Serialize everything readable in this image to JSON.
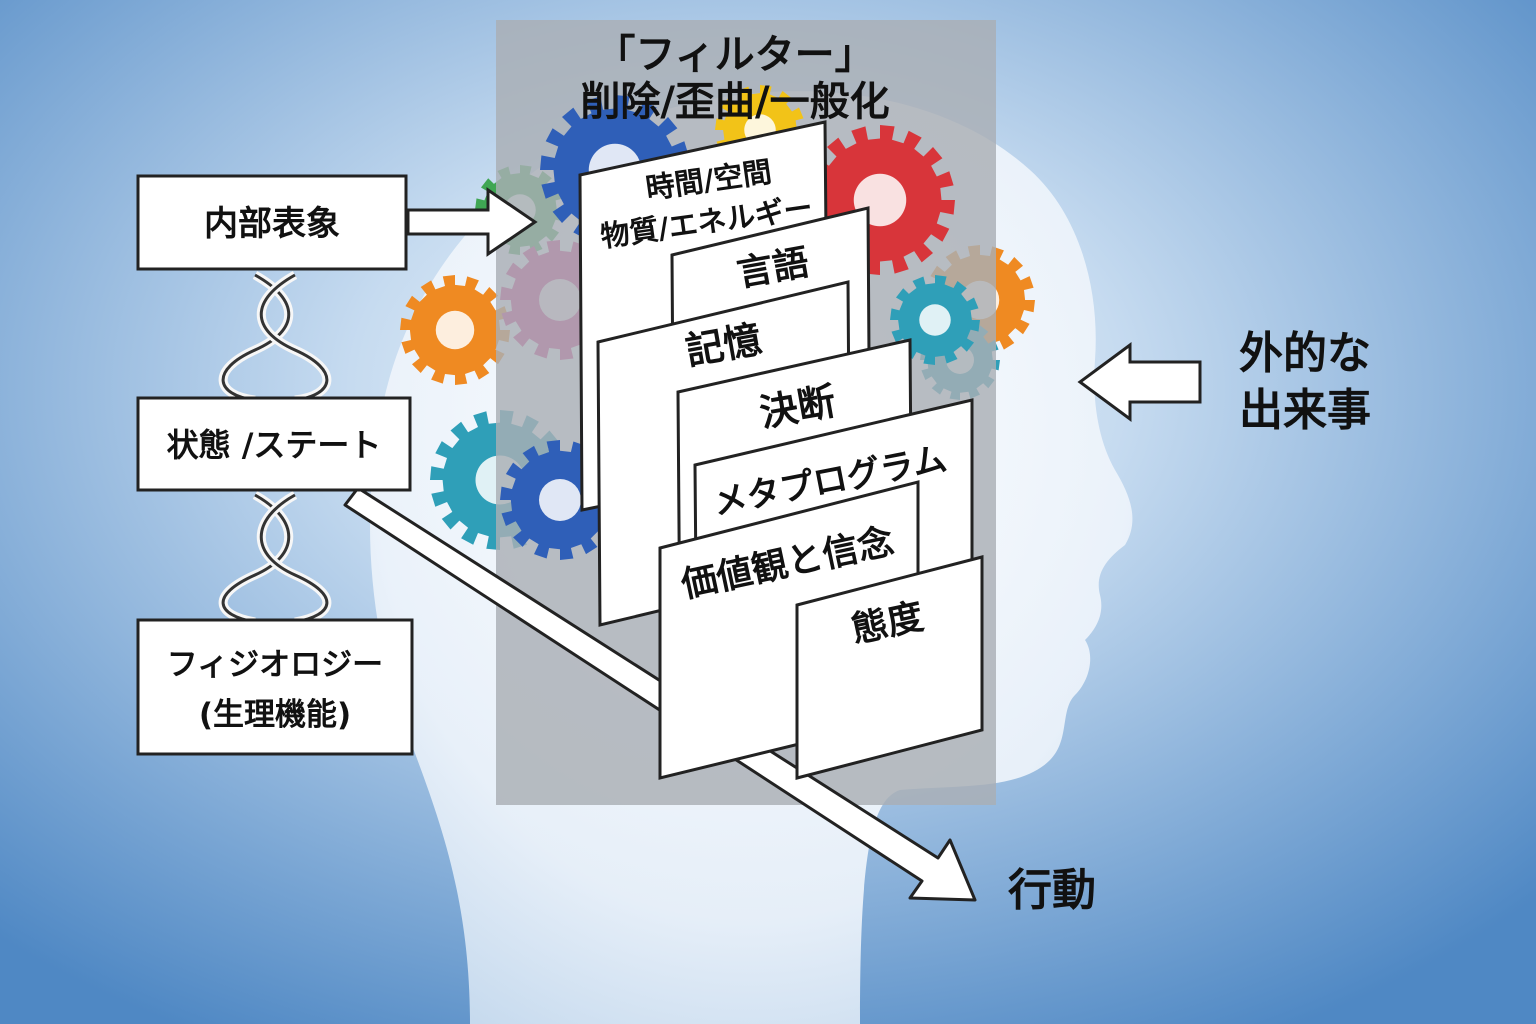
{
  "filter": {
    "title_line1": "「フィルター」",
    "title_line2": "削除/歪曲/一般化"
  },
  "left_boxes": {
    "internal_rep": "内部表象",
    "state": "状態 /ステート",
    "physiology_line1": "フィジオロジー",
    "physiology_line2": "(生理機能)"
  },
  "filter_cards": {
    "time_space_line1": "時間/空間",
    "time_space_line2": "物質/エネルギー",
    "language": "言語",
    "memory": "記憶",
    "decision": "決断",
    "metaprogram": "メタプログラム",
    "values_beliefs": "価値観と信念",
    "attitude": "態度"
  },
  "external": {
    "line1": "外的な",
    "line2": "出来事"
  },
  "action": "行動",
  "colors": {
    "background": "#5f95cc",
    "filter_panel": "#a9aeb4",
    "box_border": "#222222",
    "gear_blue": "#2f5fb8",
    "gear_red": "#d8353a",
    "gear_orange": "#ef8a22",
    "gear_green": "#3fa653",
    "gear_teal": "#2f9fb8",
    "gear_yellow": "#f2c318",
    "gear_magenta": "#d3358a"
  }
}
